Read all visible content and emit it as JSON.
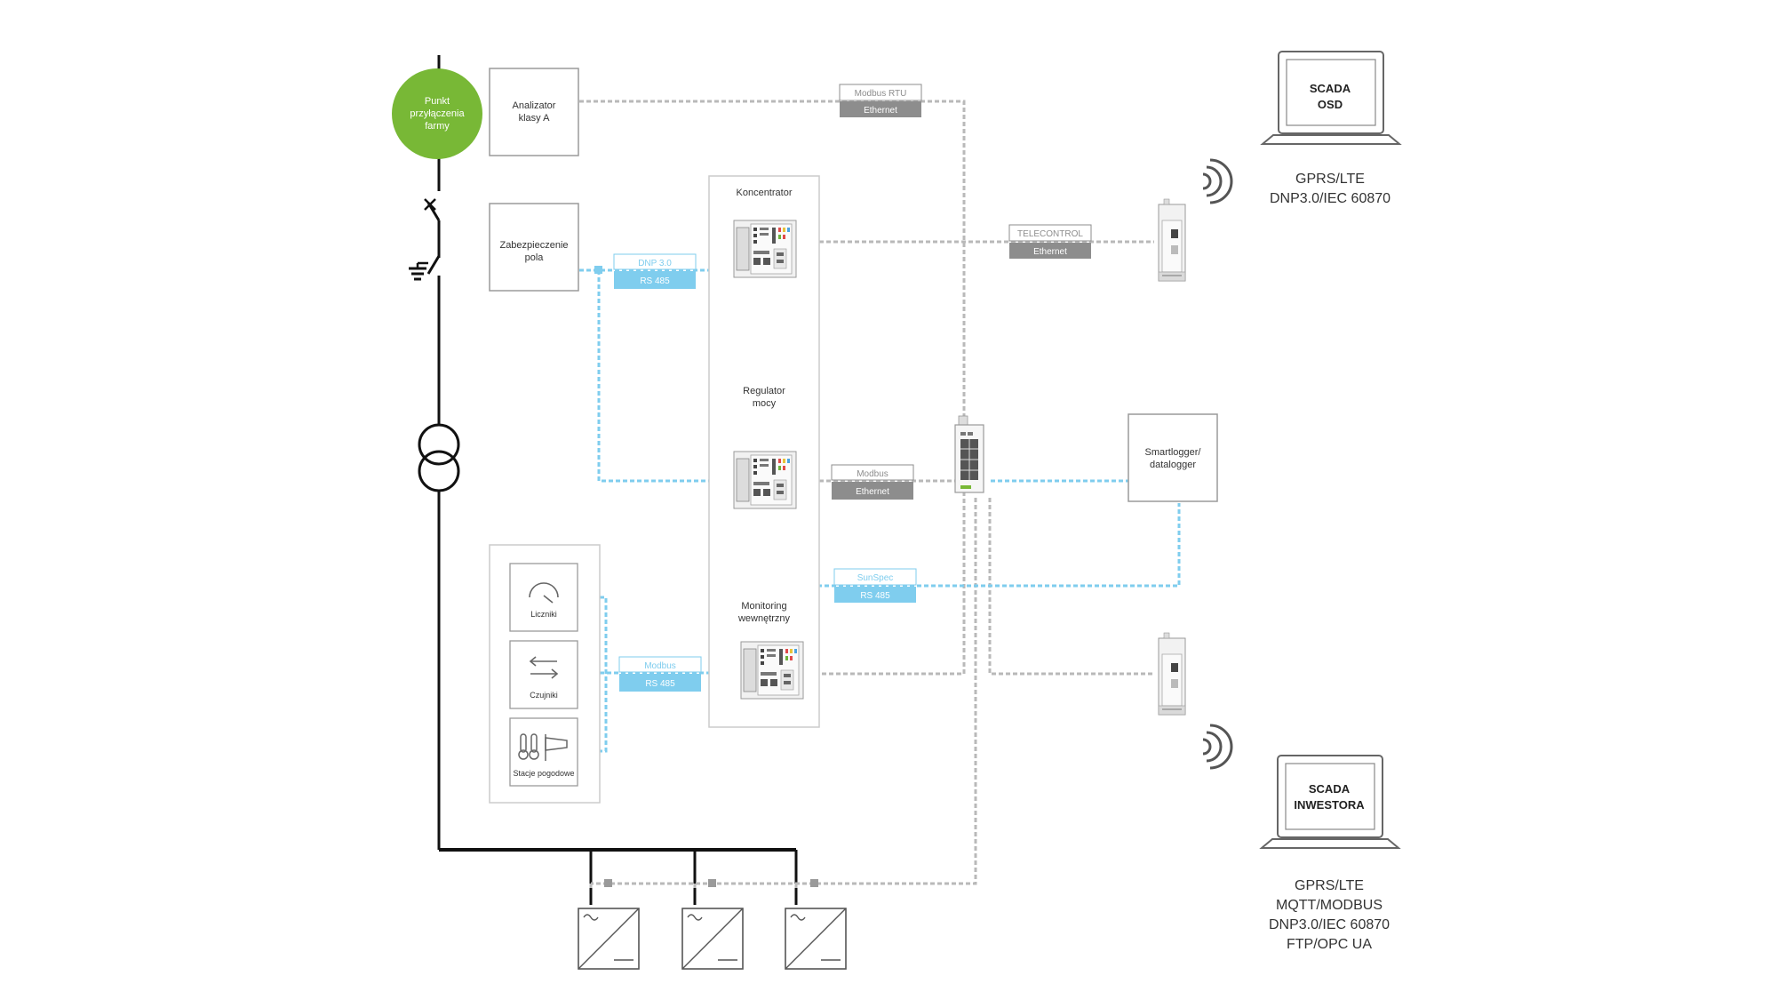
{
  "colors": {
    "accent_green": "#78b836",
    "serial_blue": "#7fcdee",
    "ethernet_gray": "#8d8d8d",
    "line_gray": "#b9b9b9",
    "black": "#111111"
  },
  "farm_point": {
    "line1": "Punkt",
    "line2": "przyłączenia",
    "line3": "farmy"
  },
  "boxes": {
    "analyzer": {
      "line1": "Analizator",
      "line2": "klasy A"
    },
    "protection": {
      "line1": "Zabezpieczenie",
      "line2": "pola"
    },
    "smartlogger": {
      "line1": "Smartlogger/",
      "line2": "datalogger"
    }
  },
  "central_panel": {
    "koncentrator": "Koncentrator",
    "regulator_line1": "Regulator",
    "regulator_line2": "mocy",
    "monitoring_line1": "Monitoring",
    "monitoring_line2": "wewnętrzny"
  },
  "sensors": {
    "meters": "Liczniki",
    "sensors": "Czujniki",
    "weather": "Stacje pogodowe"
  },
  "link_labels": {
    "modbus_rtu": {
      "top": "Modbus RTU",
      "bottom": "Ethernet"
    },
    "dnp3": {
      "top": "DNP 3.0",
      "bottom": "RS 485"
    },
    "telecontrol": {
      "top": "TELECONTROL",
      "bottom": "Ethernet"
    },
    "modbus_eth": {
      "top": "Modbus",
      "bottom": "Ethernet"
    },
    "sunspec": {
      "top": "SunSpec",
      "bottom": "RS 485"
    },
    "modbus_rs": {
      "top": "Modbus",
      "bottom": "RS 485"
    }
  },
  "scada_osd": {
    "line1": "SCADA",
    "line2": "OSD",
    "protocols": [
      "GPRS/LTE",
      "DNP3.0/IEC 60870"
    ]
  },
  "scada_investor": {
    "line1": "SCADA",
    "line2": "INWESTORA",
    "protocols": [
      "GPRS/LTE",
      "MQTT/MODBUS",
      "DNP3.0/IEC 60870",
      "FTP/OPC UA"
    ]
  }
}
